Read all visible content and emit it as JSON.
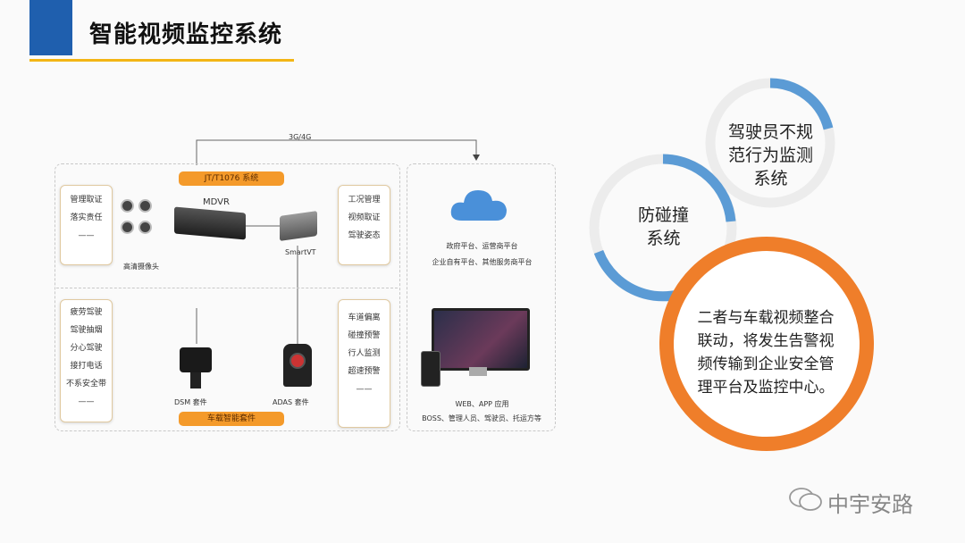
{
  "header": {
    "title": "智能视频监控系统"
  },
  "diagram": {
    "network_label": "3G/4G",
    "system_label": "JT/T1076 系统",
    "mdvr_label": "MDVR",
    "camera_label": "高清摄像头",
    "smartvt_label": "SmartVT",
    "left_top_box": [
      "管理取证",
      "落实责任",
      "——"
    ],
    "right_top_box": [
      "工况管理",
      "视频取证",
      "驾驶姿态"
    ],
    "left_bottom_box": [
      "疲劳驾驶",
      "驾驶抽烟",
      "分心驾驶",
      "接打电话",
      "不系安全带",
      "——"
    ],
    "right_bottom_box": [
      "车道偏离",
      "碰撞预警",
      "行人监测",
      "超速预警",
      "——"
    ],
    "dsm_label": "DSM 套件",
    "adas_label": "ADAS 套件",
    "kit_label": "车载智能套件",
    "cloud_line1": "政府平台、运营商平台",
    "cloud_line2": "企业自有平台、其他服务商平台",
    "web_app_label": "WEB、APP 应用",
    "users_label": "BOSS、管理人员、驾驶员、托运方等"
  },
  "circles": {
    "driver_monitor": "驾驶员不规\n范行为监测\n系统",
    "anti_collision": "防碰撞\n系统",
    "linkage": "二者与车载视频整合\n联动，将发生告警视\n频传输到企业安全管\n理平台及监控中心。"
  },
  "watermark": {
    "text": "中宇安路"
  },
  "colors": {
    "accent_blue": "#1f5fae",
    "title_line": "#f3b515",
    "orange": "#ef7e2a",
    "light_blue": "#5b9bd5"
  }
}
